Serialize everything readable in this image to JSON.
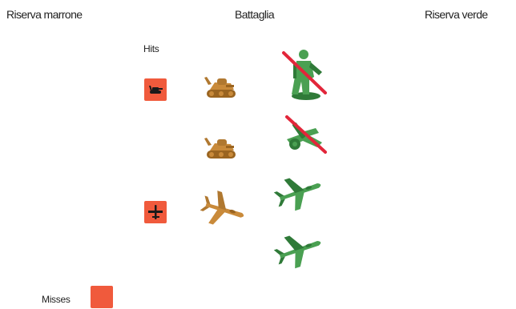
{
  "header": {
    "left": "Riserva marrone",
    "center": "Battaglia",
    "right": "Riserva verde"
  },
  "labels": {
    "hits": "Hits",
    "misses": "Misses"
  },
  "colors": {
    "die": "#f05a3c",
    "brown_unit": "#c98a3a",
    "brown_unit_dark": "#9a6420",
    "green_unit": "#4aa052",
    "green_unit_dark": "#2f7a38",
    "casualty_slash": "#e2263a"
  },
  "battle": {
    "hit_dice": [
      {
        "icon": "tank-icon"
      },
      {
        "icon": "fighter-plane-icon"
      }
    ],
    "brown_units": [
      {
        "type": "tank"
      },
      {
        "type": "tank"
      },
      {
        "type": "fighter"
      }
    ],
    "green_units": [
      {
        "type": "infantry",
        "casualty": true
      },
      {
        "type": "artillery",
        "casualty": true
      },
      {
        "type": "fighter",
        "casualty": false
      },
      {
        "type": "fighter",
        "casualty": false
      }
    ]
  }
}
